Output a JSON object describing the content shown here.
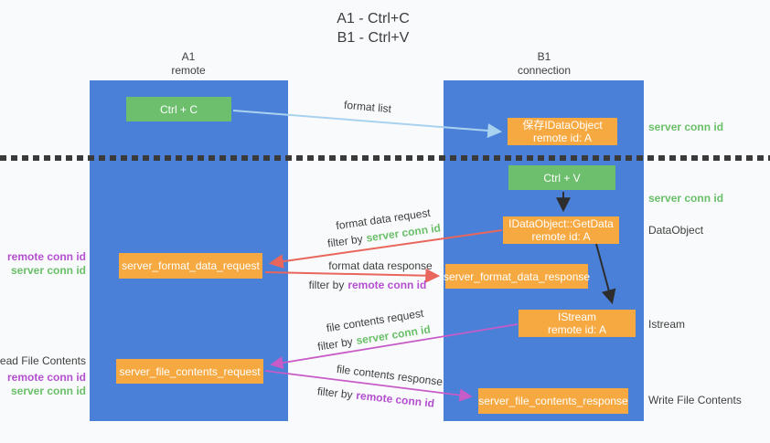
{
  "title": {
    "line1": "A1 - Ctrl+C",
    "line2": "B1 - Ctrl+V"
  },
  "lanes": {
    "left": {
      "name": "A1",
      "subtitle": "remote"
    },
    "right": {
      "name": "B1",
      "subtitle": "connection"
    }
  },
  "nodes": {
    "ctrl_c": {
      "label": "Ctrl + C"
    },
    "save_idataobject": {
      "line1": "保存IDataObject",
      "line2": "remote id: A"
    },
    "ctrl_v": {
      "label": "Ctrl + V"
    },
    "getdata": {
      "line1": "IDataObject::GetData",
      "line2": "remote id: A"
    },
    "format_request": {
      "label": "server_format_data_request"
    },
    "format_response": {
      "label": "server_format_data_response"
    },
    "istream": {
      "line1": "IStream",
      "line2": "remote id: A"
    },
    "file_request": {
      "label": "server_file_contents_request"
    },
    "file_response": {
      "label": "server_file_contents_response"
    }
  },
  "arrow_labels": {
    "format_list": "format list",
    "format_data_request": "format data request",
    "filter_server_1": {
      "prefix": "filter by",
      "id": "server conn id"
    },
    "format_data_response": "format data response",
    "filter_remote_1": {
      "prefix": "filter by",
      "id": "remote conn id"
    },
    "file_contents_request": "file contents request",
    "filter_server_2": {
      "prefix": "filter by",
      "id": "server conn id"
    },
    "file_contents_response": "file contents response",
    "filter_remote_2": {
      "prefix": "filter by",
      "id": "remote conn id"
    }
  },
  "side_labels": {
    "left": [
      {
        "text": "remote conn id"
      },
      {
        "text": "server conn id"
      },
      {
        "text": "Read File Contents"
      },
      {
        "text": "remote conn id"
      },
      {
        "text": "server conn id"
      }
    ],
    "right": [
      {
        "text": "server conn id"
      },
      {
        "text": "server conn id"
      },
      {
        "text": "DataObject"
      },
      {
        "text": "Istream"
      },
      {
        "text": "Write File Contents"
      }
    ]
  },
  "colors": {
    "lane_blue": "#4a80d8",
    "node_green": "#6dbf6d",
    "node_orange": "#f7a941",
    "arrow_light_blue": "#a8d2ef",
    "arrow_salmon": "#e9665d",
    "arrow_magenta": "#c75bc7",
    "arrow_black": "#2d2d2d",
    "label_green": "#6abf69",
    "label_purple": "#b44fd0",
    "text_dark": "#3f3f3f",
    "background": "#f9fafb"
  }
}
